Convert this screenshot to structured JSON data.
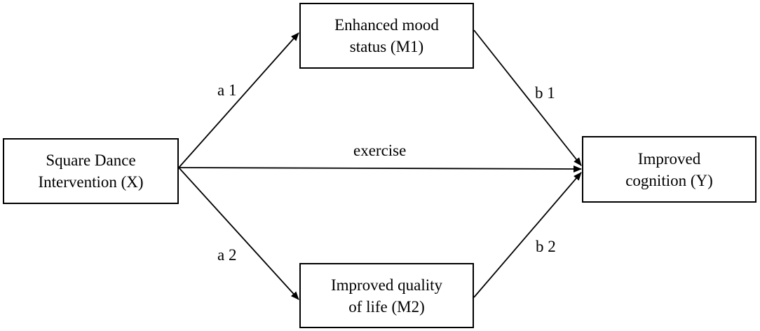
{
  "nodes": {
    "x": {
      "line1": "Square Dance",
      "line2": "Intervention (X)"
    },
    "m1": {
      "line1": "Enhanced mood",
      "line2": "status (M1)"
    },
    "m2": {
      "line1": "Improved quality",
      "line2": "of life (M2)"
    },
    "y": {
      "line1": "Improved",
      "line2": "cognition (Y)"
    }
  },
  "edges": {
    "a1": "a 1",
    "b1": "b 1",
    "direct": "exercise",
    "a2": "a 2",
    "b2": "b 2"
  }
}
